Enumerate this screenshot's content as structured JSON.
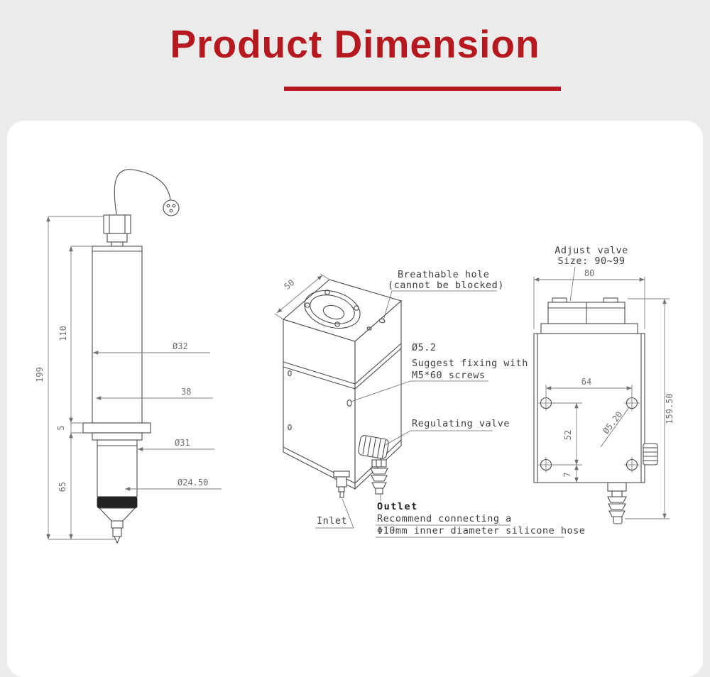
{
  "colors": {
    "accent_red": "#b5191f",
    "header_bg": "#ecebeb",
    "line": "#4b4b4b",
    "dim": "#6f6f6f"
  },
  "header": {
    "title": "Product Dimension"
  },
  "left_view": {
    "dim_total_height": "199",
    "dim_body_height": "110",
    "dim_flange_height": "5",
    "dim_lower_height": "65",
    "dim_body_diameter": "Ø32",
    "dim_mid": "38",
    "dim_lower_diameter": "Ø31",
    "dim_tip_diameter": "Ø24.50"
  },
  "iso_view": {
    "dim_width": "50",
    "breathable_hole": {
      "line1": "Breathable hole",
      "line2": "(cannot be blocked)"
    },
    "fixing": {
      "line1": "Ø5.2",
      "line2": "Suggest fixing with",
      "line3": "M5*60 screws"
    },
    "regulating_valve": "Regulating valve",
    "inlet": "Inlet",
    "outlet": {
      "line1": "Outlet",
      "line2": "Recommend connecting a",
      "line3": "Φ10mm inner diameter silicone hose"
    }
  },
  "front_view": {
    "adjust_valve": {
      "line1": "Adjust valve",
      "line2": "Size: 90~99"
    },
    "dim_width": "80",
    "dim_hole_spacing_h": "64",
    "dim_hole_spacing_v": "52",
    "dim_bottom_offset": "7",
    "dim_hole_diameter": "Ø5.20",
    "dim_total_height": "159.50"
  }
}
